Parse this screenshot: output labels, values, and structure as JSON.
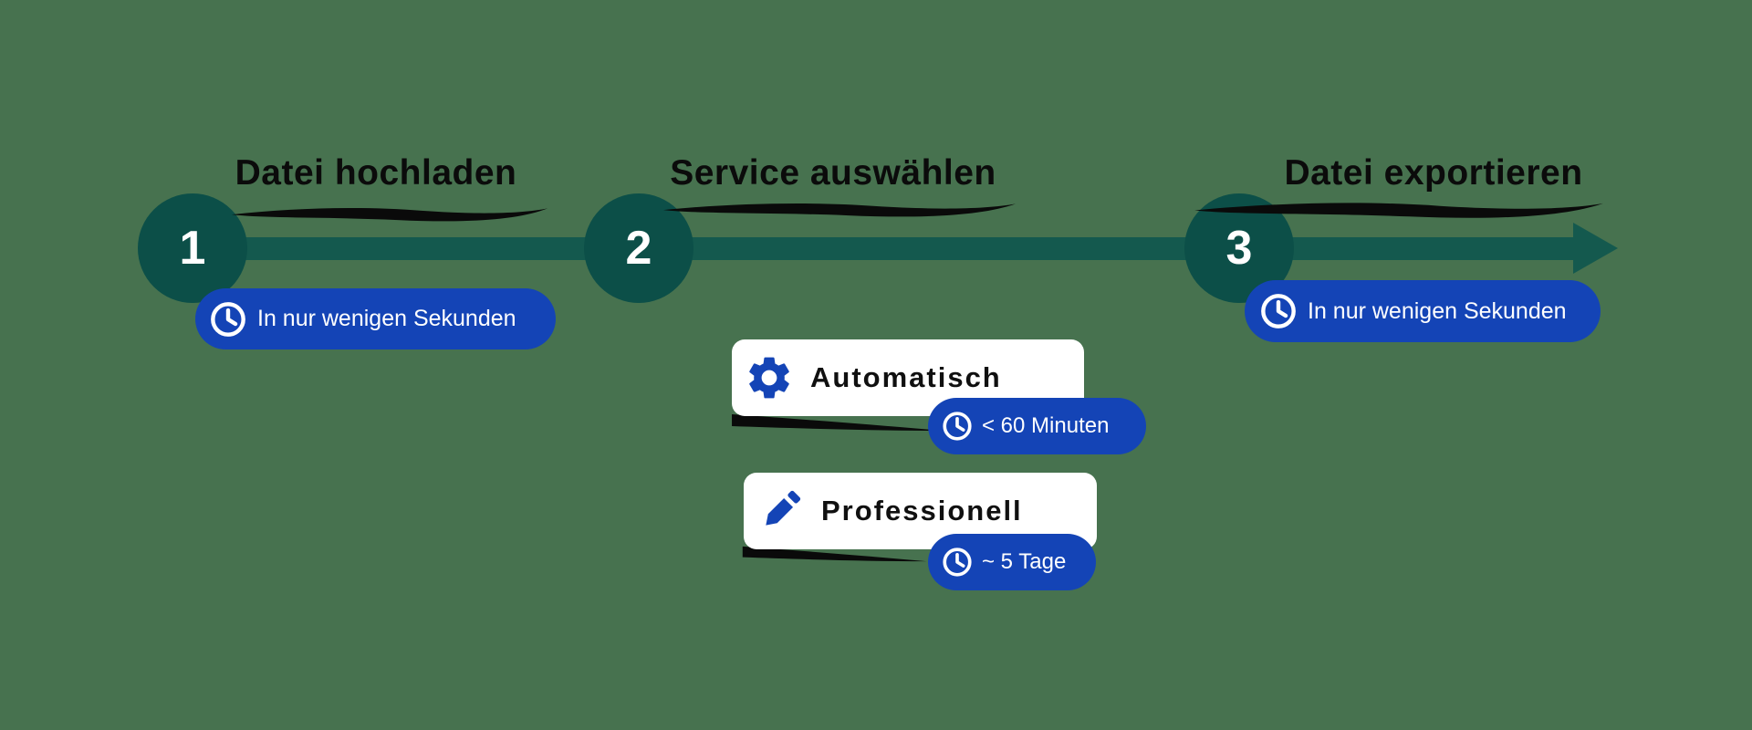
{
  "colors": {
    "background_green": "#47724F",
    "circle_teal": "#0C4F48",
    "arrow_teal": "#14594E",
    "accent_blue": "#1444B6",
    "card_white": "#FFFFFF",
    "title_black": "#0B0B0B"
  },
  "steps": [
    {
      "number": "1",
      "title": "Datei hochladen",
      "badge": {
        "icon": "clock-icon",
        "label": "In nur wenigen Sekunden"
      }
    },
    {
      "number": "2",
      "title": "Service auswählen",
      "options": [
        {
          "icon": "gear-icon",
          "label": "Automatisch",
          "badge": {
            "icon": "clock-icon",
            "label": "< 60 Minuten"
          }
        },
        {
          "icon": "pencil-icon",
          "label": "Professionell",
          "badge": {
            "icon": "clock-icon",
            "label": "~ 5 Tage"
          }
        }
      ]
    },
    {
      "number": "3",
      "title": "Datei exportieren",
      "badge": {
        "icon": "clock-icon",
        "label": "In nur wenigen Sekunden"
      }
    }
  ]
}
